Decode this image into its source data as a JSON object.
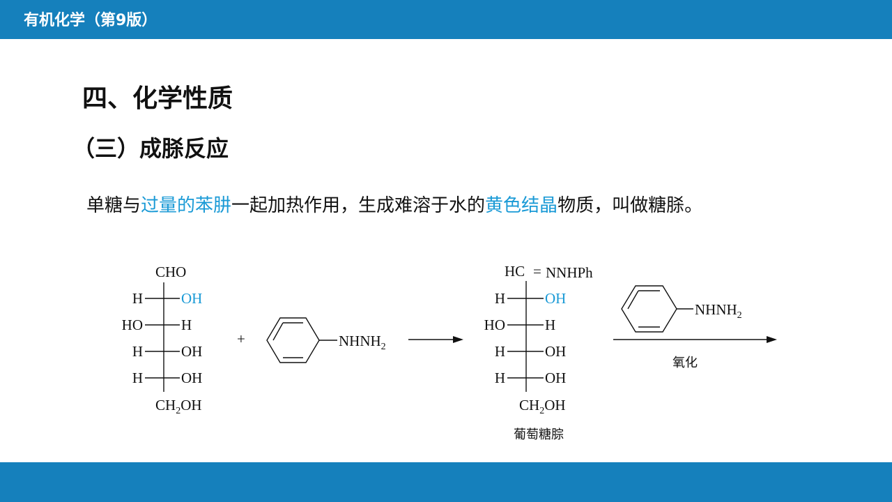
{
  "header": {
    "book_title": "有机化学（第9版）"
  },
  "section_title": "四、化学性质",
  "subsection_title": "（三）成脎反应",
  "intro": {
    "parts": [
      "单糖与",
      "过量的苯肼",
      "一起加热作用，生成难溶于水的",
      "黄色结晶",
      "物质，叫做糖脎。"
    ]
  },
  "colors": {
    "brand": "#1580bc",
    "highlight": "#1a9ad6"
  },
  "diagram": {
    "glucose": {
      "top": "CHO",
      "rows": [
        {
          "left": "H",
          "right": "OH",
          "right_highlight": true
        },
        {
          "left": "HO",
          "right": "H"
        },
        {
          "left": "H",
          "right": "OH"
        },
        {
          "left": "H",
          "right": "OH"
        }
      ],
      "bottom_main": "CH",
      "bottom_sub": "2",
      "bottom_rest": "OH"
    },
    "plus": "+",
    "phenylhydrazine": {
      "group_main": "NHNH",
      "group_sub": "2"
    },
    "phenylhydrazone": {
      "top_left": "HC",
      "top_bond": "=",
      "top_right": "NNHPh",
      "rows": [
        {
          "left": "H",
          "right": "OH",
          "right_highlight": true
        },
        {
          "left": "HO",
          "right": "H"
        },
        {
          "left": "H",
          "right": "OH"
        },
        {
          "left": "H",
          "right": "OH"
        }
      ],
      "bottom_main": "CH",
      "bottom_sub": "2",
      "bottom_rest": "OH",
      "caption": "葡萄糖腙"
    },
    "reagent2": {
      "group_main": "NHNH",
      "group_sub": "2"
    },
    "arrow2_label": "氧化"
  }
}
